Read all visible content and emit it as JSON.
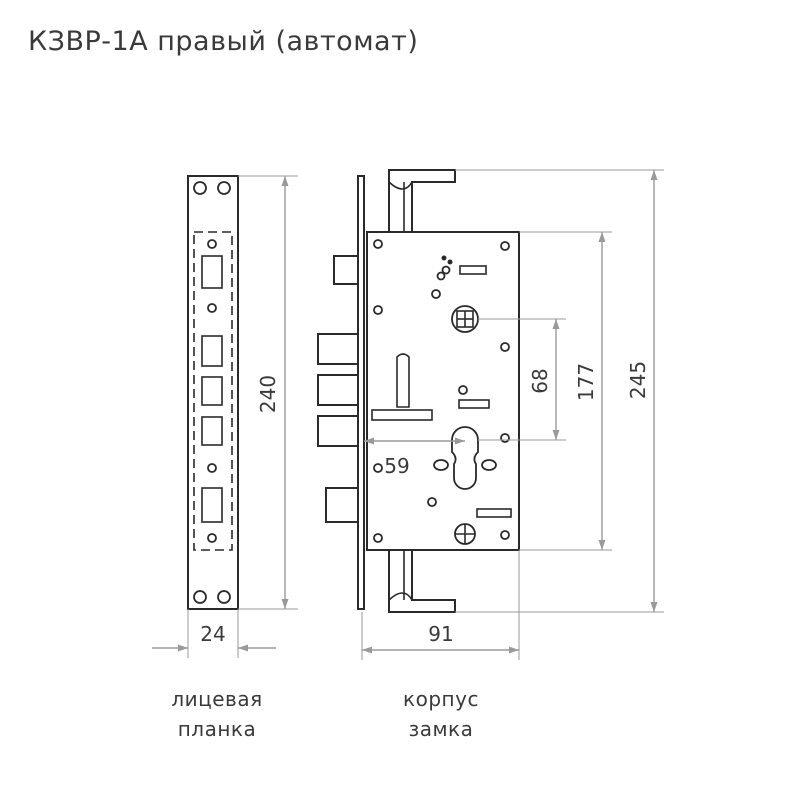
{
  "title": "КЗВР-1А правый (автомат)",
  "dimensions": {
    "plate_height": "240",
    "plate_width": "24",
    "body_width": "91",
    "total_height": "245",
    "body_height": "177",
    "center_distance": "68",
    "backset": "59"
  },
  "captions": {
    "plate_line1": "лицевая",
    "plate_line2": "планка",
    "body_line1": "корпус",
    "body_line2": "замка"
  }
}
